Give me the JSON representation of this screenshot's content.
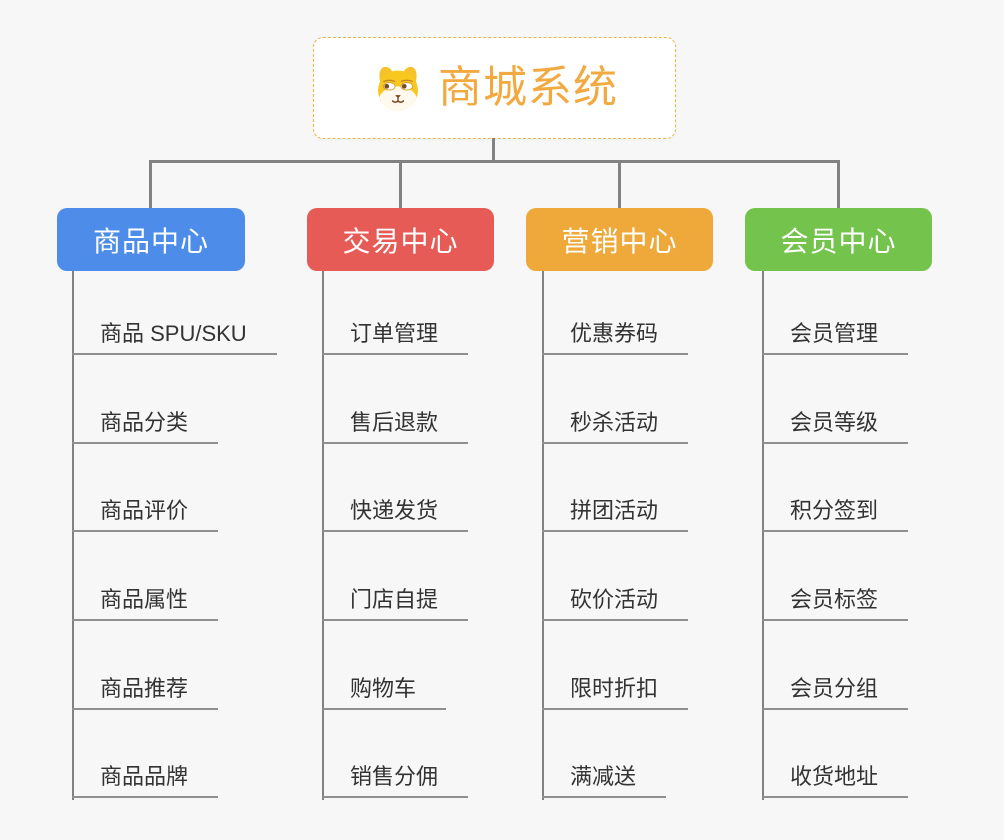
{
  "theme": {
    "bg": "#f7f7f7",
    "line": "#828282",
    "underline": "#8f8f8f",
    "item_text": "#333333",
    "root_accent": "#F2A93F",
    "root_border": "#F2B33F"
  },
  "root": {
    "title": "商城系统",
    "icon": "shiba-dog-face"
  },
  "branches": [
    {
      "label": "商品中心",
      "color": "#4D8DE9",
      "children": [
        "商品 SPU/SKU",
        "商品分类",
        "商品评价",
        "商品属性",
        "商品推荐",
        "商品品牌"
      ]
    },
    {
      "label": "交易中心",
      "color": "#E75B57",
      "children": [
        "订单管理",
        "售后退款",
        "快递发货",
        "门店自提",
        "购物车",
        "销售分佣"
      ]
    },
    {
      "label": "营销中心",
      "color": "#EEA93A",
      "children": [
        "优惠券码",
        "秒杀活动",
        "拼团活动",
        "砍价活动",
        "限时折扣",
        "满减送"
      ]
    },
    {
      "label": "会员中心",
      "color": "#74C34C",
      "children": [
        "会员管理",
        "会员等级",
        "积分签到",
        "会员标签",
        "会员分组",
        "收货地址"
      ]
    }
  ]
}
